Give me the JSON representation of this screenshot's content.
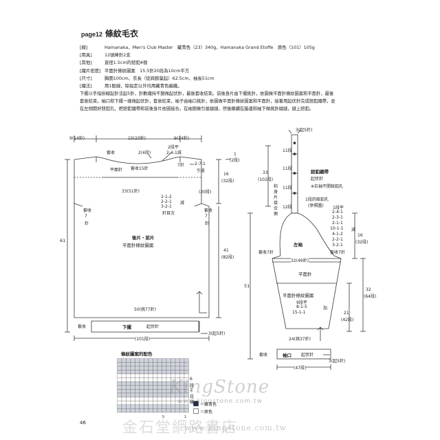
{
  "header": {
    "page_label": "page12",
    "title": "條紋毛衣"
  },
  "specs": [
    {
      "key": "[線]",
      "value": "Hamanaka、Men's Club Master　藏青色（23）340g、Hamanaka Grand Etoffe　原色（101）105g"
    },
    {
      "key": "[用具]",
      "value": "12號棒針2支"
    },
    {
      "key": "[其他]",
      "value": "直徑1.5cm的鈕釦4個"
    },
    {
      "key": "[織片密度]",
      "value": "平面針條紋圖案　15.5針20段為10cm平方"
    },
    {
      "key": "[尺寸]",
      "value": "胸圍100cm、衣長（從肩膀量起）62.5cm、袖長51cm"
    },
    {
      "key": "[織法]",
      "value": "用1股線，除指定以外均用藏青色編織。"
    }
  ],
  "notes": [
    "下擺以手指掛線起針法起5針，針數織持不變做起伏針，最後套收結束。前後身片由下擺挑針，依圖做平面針條紋圖案和平面針，最後",
    "套收結束。袖口和下擺一樣做起伏針，套收結束，袖子由袖口挑針，依圖做平面針條紋圖案和平面針，接著用起伏針完成鈕釦織帶，並",
    "在左側開好鈕釦孔，把鈕釦織帶和前後身片依圖接合。在袖圍做引拔綴縫，然後繼續在脇邊和袖下做挑針綴縫，縫上鈕釦。"
  ],
  "body_diagram": {
    "top_widths": [
      "9(14針)",
      "15(23針)",
      "9(14針)"
    ],
    "bind_off": "套收",
    "neck_labels": [
      "2(4段)",
      "2段平",
      "2-4-1減",
      "7針",
      "2-7-1",
      "引返",
      "套收15針"
    ],
    "neck_depth": [
      "1",
      "(2段)"
    ],
    "plain": "平面針",
    "shoulder_height": [
      "16",
      "(32段)"
    ],
    "chest": "33(51針)",
    "side_note": "(20段)",
    "armhole_shaping": [
      "2-1-2",
      "2-2-1",
      "3-2-1",
      "針目次",
      "減"
    ],
    "left_bind_off": [
      "套收",
      "7",
      "針"
    ],
    "right_bind_off": [
      "套收",
      "7",
      "針"
    ],
    "piece_name": "後片・前片",
    "pattern": "平面針條紋圖案",
    "total_height": "61",
    "body_height": [
      "41",
      "(82段)"
    ],
    "pick_up": "50(挑77針)",
    "hem_bind_off": "套收",
    "hem_label": "下擺",
    "hem_cast_on": "起伏針",
    "hem_side": "3(起5針)",
    "hem_width": "(101段)"
  },
  "sleeve_diagram": {
    "top": "3(起5針)",
    "band_rows": [
      "11段",
      "11段",
      "11段",
      "12段"
    ],
    "band_height": [
      "33",
      "(102段)"
    ],
    "band_side": [
      "和",
      "身",
      "片",
      "接",
      "合",
      "側"
    ],
    "button_band": "鈕釦織帶",
    "band_stitch": "起伏針",
    "band_note": "※右袖不開鈕釦孔",
    "hole_label": [
      "1段的鈕釦孔",
      "(參照圖)"
    ],
    "shaping": [
      "1段平",
      "2-4-1",
      "2-3-1",
      "2-1-1",
      "10-1-1",
      "4-1-2",
      "2-2-1",
      "3-2-1"
    ],
    "shaping_note": "減",
    "cap_height": [
      "16",
      "(32段)"
    ],
    "sleeve_name": "左袖",
    "left_bind_off": "套收7針",
    "right_bind_off": "套收7針",
    "width": "32(49針)",
    "plain": "平面針",
    "total_height": "51",
    "pattern": "平面針條紋圖案",
    "side_shaping": [
      "9段平",
      "8-1-5",
      "15-1-1"
    ],
    "side_shaping_note": "加",
    "lower_height": [
      "32",
      "(64段)"
    ],
    "sub_height": [
      "21",
      "(42段)"
    ],
    "pick_up": "24(挑37針)",
    "cuff_bind_off": "套收",
    "cuff_label": "袖口",
    "cuff_cast_on": "起伏針",
    "cuff_side": "3(起5針)",
    "cuff_width": "(47段)"
  },
  "chart": {
    "title": "條紋圖案的配色",
    "repeat": [
      "6",
      "段",
      "1",
      "花",
      "樣"
    ],
    "legend_navy": "＝藏青色",
    "legend_cream": "＝原色",
    "marks": [
      "5",
      "1"
    ]
  },
  "page_number": "46",
  "watermark": {
    "brand": "KingStone",
    "url": "www.kingstone.com.tw",
    "chinese": "金石堂網路書店",
    "url2": "www.kingstone.com.tw"
  }
}
